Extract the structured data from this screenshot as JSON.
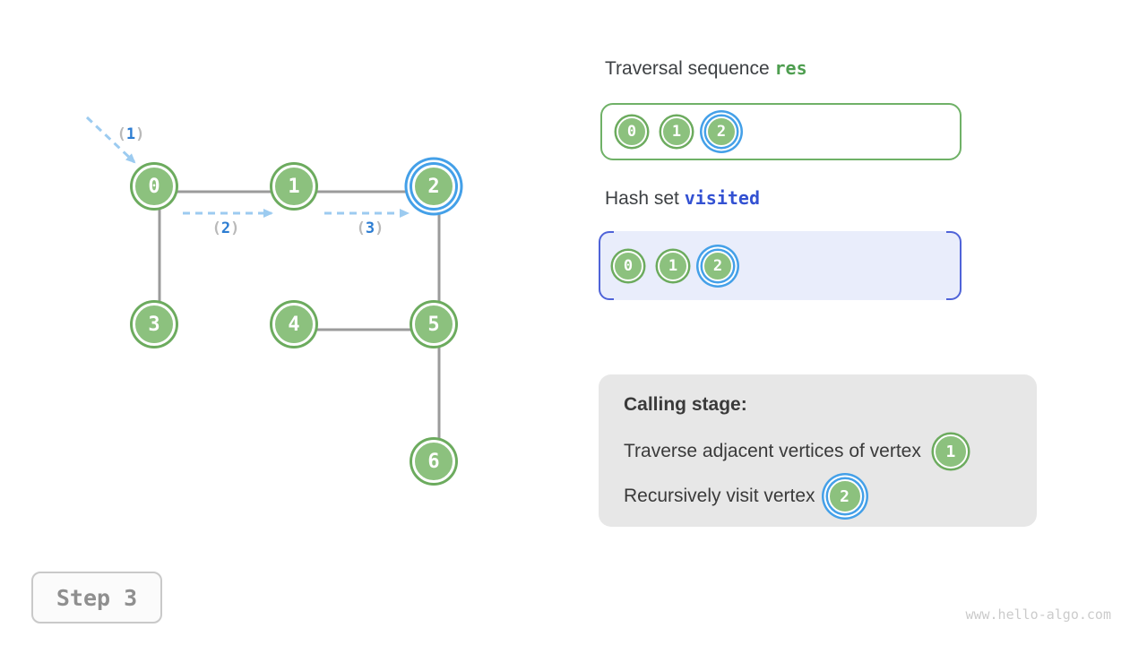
{
  "graph": {
    "nodes": [
      {
        "label": "0",
        "highlighted": false
      },
      {
        "label": "1",
        "highlighted": false
      },
      {
        "label": "2",
        "highlighted": true
      },
      {
        "label": "3",
        "highlighted": false
      },
      {
        "label": "4",
        "highlighted": false
      },
      {
        "label": "5",
        "highlighted": false
      },
      {
        "label": "6",
        "highlighted": false
      }
    ],
    "edges": [
      [
        0,
        1
      ],
      [
        1,
        2
      ],
      [
        0,
        3
      ],
      [
        4,
        5
      ],
      [
        2,
        5
      ],
      [
        5,
        6
      ]
    ],
    "traversal_arrows": [
      {
        "order": 1,
        "from": "start",
        "to": "0"
      },
      {
        "order": 2,
        "from": "0",
        "to": "1"
      },
      {
        "order": 3,
        "from": "1",
        "to": "2"
      }
    ],
    "step_labels": [
      {
        "open": "(",
        "num": "1",
        "close": ")"
      },
      {
        "open": "(",
        "num": "2",
        "close": ")"
      },
      {
        "open": "(",
        "num": "3",
        "close": ")"
      }
    ]
  },
  "panels": {
    "res": {
      "title_prefix": "Traversal sequence ",
      "code": "res",
      "items": [
        "0",
        "1",
        "2"
      ],
      "highlight_index": 2
    },
    "visited": {
      "title_prefix": "Hash set ",
      "code": "visited",
      "items": [
        "0",
        "1",
        "2"
      ],
      "highlight_index": 2
    },
    "calling": {
      "title": "Calling stage:",
      "line1": "Traverse adjacent vertices of vertex",
      "line1_vertex": "1",
      "line2": "Recursively visit vertex",
      "line2_vertex": "2"
    }
  },
  "footer": {
    "step_label": "Step 3",
    "watermark": "www.hello-algo.com"
  },
  "colors": {
    "node_green_fill": "#8cc17e",
    "node_green_border": "#6cab5e",
    "highlight_blue": "#44a0e8",
    "dashed_arrow_blue": "#9ccbf0",
    "step_number_blue": "#2d7dd2",
    "edge_gray": "#9b9b9b",
    "res_green": "#4e9e50",
    "visited_blue": "#3351d2",
    "visited_bg": "#e9edfb",
    "calling_bg": "#e7e7e7"
  }
}
